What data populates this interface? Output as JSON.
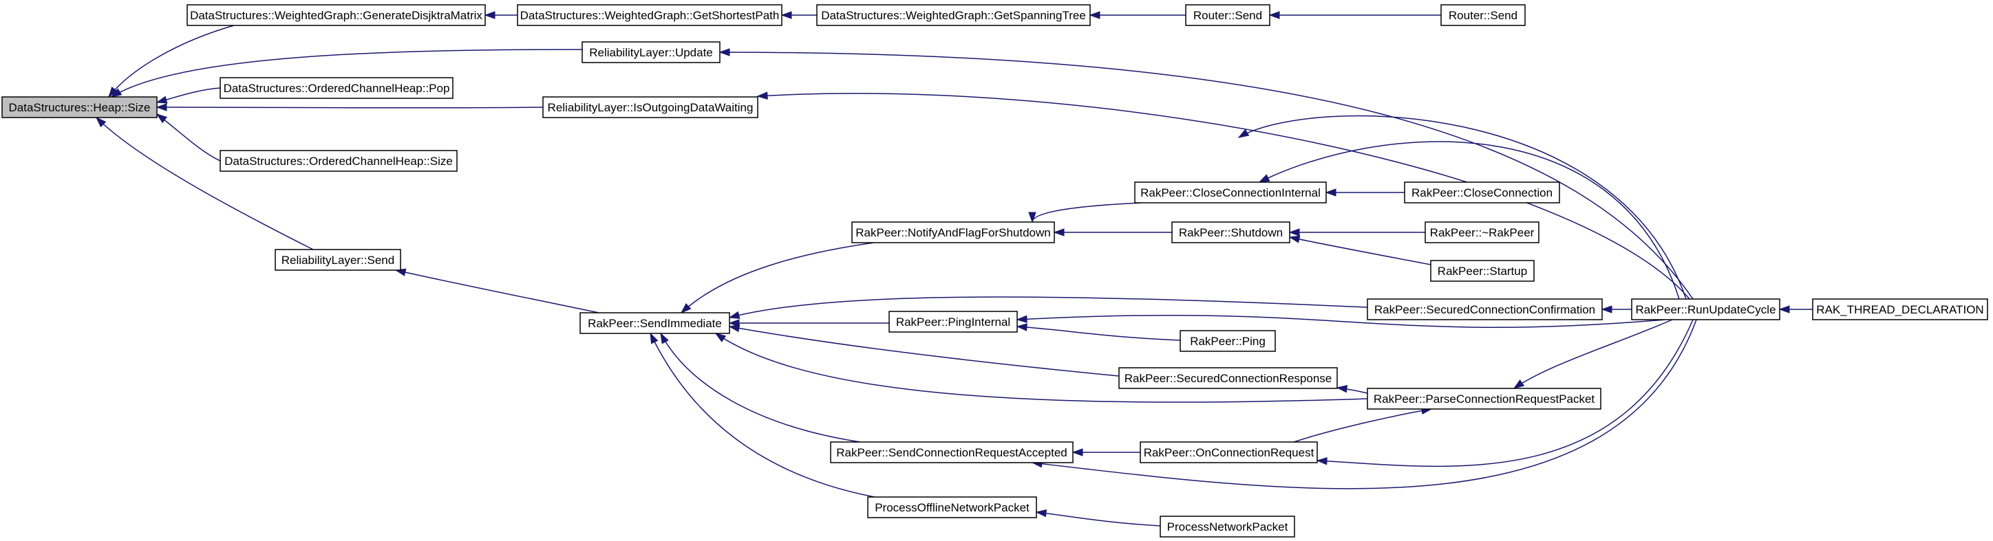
{
  "nodes": [
    {
      "id": "heap_size",
      "label": "DataStructures::Heap::Size",
      "root": true
    },
    {
      "id": "gen_dijkstra",
      "label": "DataStructures::WeightedGraph::GenerateDisjktraMatrix"
    },
    {
      "id": "get_shortest",
      "label": "DataStructures::WeightedGraph::GetShortestPath"
    },
    {
      "id": "get_spanning",
      "label": "DataStructures::WeightedGraph::GetSpanningTree"
    },
    {
      "id": "router_send1",
      "label": "Router::Send"
    },
    {
      "id": "router_send2",
      "label": "Router::Send"
    },
    {
      "id": "rl_update",
      "label": "ReliabilityLayer::Update"
    },
    {
      "id": "och_pop",
      "label": "DataStructures::OrderedChannelHeap::Pop"
    },
    {
      "id": "rl_outgoing",
      "label": "ReliabilityLayer::IsOutgoingDataWaiting"
    },
    {
      "id": "och_size",
      "label": "DataStructures::OrderedChannelHeap::Size"
    },
    {
      "id": "rl_send",
      "label": "ReliabilityLayer::Send"
    },
    {
      "id": "send_immediate",
      "label": "RakPeer::SendImmediate"
    },
    {
      "id": "notify_flag",
      "label": "RakPeer::NotifyAndFlagForShutdown"
    },
    {
      "id": "close_internal",
      "label": "RakPeer::CloseConnectionInternal"
    },
    {
      "id": "close_conn",
      "label": "RakPeer::CloseConnection"
    },
    {
      "id": "shutdown",
      "label": "RakPeer::Shutdown"
    },
    {
      "id": "dtor",
      "label": "RakPeer::~RakPeer"
    },
    {
      "id": "startup",
      "label": "RakPeer::Startup"
    },
    {
      "id": "ping_internal",
      "label": "RakPeer::PingInternal"
    },
    {
      "id": "ping",
      "label": "RakPeer::Ping"
    },
    {
      "id": "sec_confirm",
      "label": "RakPeer::SecuredConnectionConfirmation"
    },
    {
      "id": "sec_response",
      "label": "RakPeer::SecuredConnectionResponse"
    },
    {
      "id": "parse_req",
      "label": "RakPeer::ParseConnectionRequestPacket"
    },
    {
      "id": "send_accepted",
      "label": "RakPeer::SendConnectionRequestAccepted"
    },
    {
      "id": "on_conn_req",
      "label": "RakPeer::OnConnectionRequest"
    },
    {
      "id": "offline_packet",
      "label": "ProcessOfflineNetworkPacket"
    },
    {
      "id": "network_packet",
      "label": "ProcessNetworkPacket"
    },
    {
      "id": "run_update",
      "label": "RakPeer::RunUpdateCycle"
    },
    {
      "id": "rak_thread",
      "label": "RAK_THREAD_DECLARATION"
    }
  ],
  "edges": [
    {
      "from": "gen_dijkstra",
      "to": "heap_size"
    },
    {
      "from": "rl_update",
      "to": "heap_size"
    },
    {
      "from": "och_pop",
      "to": "heap_size"
    },
    {
      "from": "rl_outgoing",
      "to": "heap_size"
    },
    {
      "from": "och_size",
      "to": "heap_size"
    },
    {
      "from": "rl_send",
      "to": "heap_size"
    },
    {
      "from": "get_shortest",
      "to": "gen_dijkstra"
    },
    {
      "from": "get_spanning",
      "to": "get_shortest"
    },
    {
      "from": "router_send1",
      "to": "get_spanning"
    },
    {
      "from": "router_send2",
      "to": "router_send1"
    },
    {
      "from": "run_update",
      "to": "rl_update"
    },
    {
      "from": "run_update",
      "to": "rl_outgoing"
    },
    {
      "from": "send_immediate",
      "to": "rl_send"
    },
    {
      "from": "run_update",
      "to": "send_immediate"
    },
    {
      "from": "notify_flag",
      "to": "send_immediate"
    },
    {
      "from": "ping_internal",
      "to": "send_immediate"
    },
    {
      "from": "sec_confirm",
      "to": "send_immediate"
    },
    {
      "from": "sec_response",
      "to": "send_immediate"
    },
    {
      "from": "parse_req",
      "to": "send_immediate"
    },
    {
      "from": "send_accepted",
      "to": "send_immediate"
    },
    {
      "from": "offline_packet",
      "to": "send_immediate"
    },
    {
      "from": "close_internal",
      "to": "notify_flag"
    },
    {
      "from": "shutdown",
      "to": "notify_flag"
    },
    {
      "from": "close_conn",
      "to": "close_internal"
    },
    {
      "from": "run_update",
      "to": "close_internal"
    },
    {
      "from": "dtor",
      "to": "shutdown"
    },
    {
      "from": "startup",
      "to": "shutdown"
    },
    {
      "from": "ping",
      "to": "ping_internal"
    },
    {
      "from": "run_update",
      "to": "ping_internal"
    },
    {
      "from": "run_update",
      "to": "sec_confirm"
    },
    {
      "from": "parse_req",
      "to": "sec_response"
    },
    {
      "from": "run_update",
      "to": "parse_req"
    },
    {
      "from": "on_conn_req",
      "to": "parse_req"
    },
    {
      "from": "on_conn_req",
      "to": "send_accepted"
    },
    {
      "from": "run_update",
      "to": "send_accepted"
    },
    {
      "from": "run_update",
      "to": "on_conn_req"
    },
    {
      "from": "network_packet",
      "to": "offline_packet"
    },
    {
      "from": "rak_thread",
      "to": "run_update"
    }
  ]
}
